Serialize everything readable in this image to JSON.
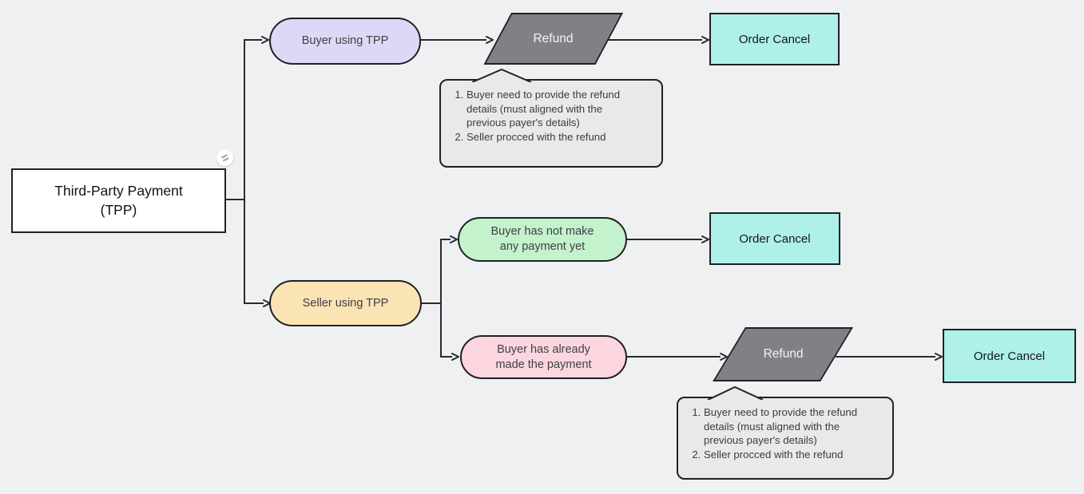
{
  "background": "#eff0f2",
  "colors": {
    "lavender": "#dcd9f6",
    "peach": "#fbe4b4",
    "green": "#c3f2cd",
    "pink": "#fcd6de",
    "cyan": "#aff0ea",
    "gray": "#808185",
    "note": "#e9e9e9",
    "border": "#202124",
    "edge": "#2a2b2e",
    "white": "#ffffff"
  },
  "root": {
    "label": "Third-Party Payment (TPP)",
    "badge_icon": "share-icon"
  },
  "branches": {
    "buyer": {
      "label": "Buyer using TPP"
    },
    "seller": {
      "label": "Seller using TPP"
    },
    "no_payment": {
      "label": "Buyer has not make any payment yet"
    },
    "paid": {
      "label": "Buyer has already made the payment"
    }
  },
  "process": {
    "refund_top": "Refund",
    "refund_bottom": "Refund"
  },
  "outcomes": {
    "cancel_top": "Order Cancel",
    "cancel_mid": "Order Cancel",
    "cancel_bottom": "Order Cancel"
  },
  "callout": {
    "items": [
      "Buyer need to provide the refund details (must aligned with the previous payer's details)",
      "Seller procced with the refund"
    ]
  }
}
